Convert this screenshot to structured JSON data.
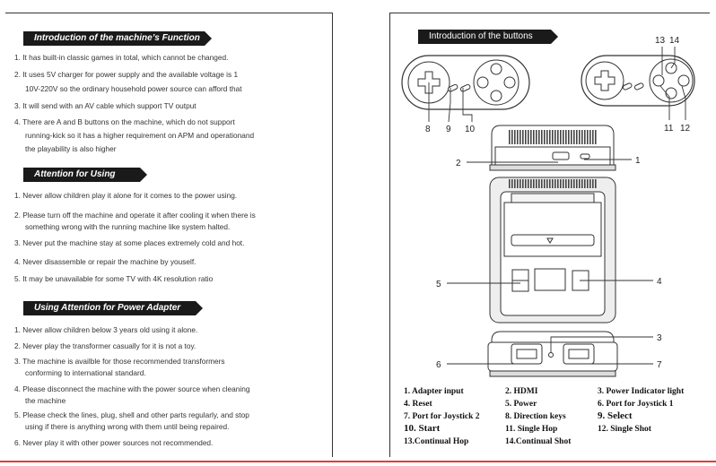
{
  "left": {
    "sections": [
      {
        "title": "Introduction of the machine’s Function",
        "lines": [
          "1. It has built-in classic games in total, which cannot be changed.",
          "2. It uses 5V charger for power supply and the available voltage is 1",
          "10V-220V so the ordinary household power source can afford that",
          "3. It will send with an AV cable which support TV output",
          "4. There are A and B buttons on the machine, which do not support",
          "running-kick so it has a higher requirement on APM and operationand",
          "the playability is also higher"
        ]
      },
      {
        "title": "Attention for Using",
        "lines": [
          "1. Never allow children play it alone for it comes to the power using.",
          "2. Please turn off the machine and operate it after cooling it when there is",
          "something wrong with the running machine like system halted.",
          "3. Never put the machine stay at some places extremely cold and hot.",
          "4. Never disassemble or repair the machine by youself.",
          "5. It may be unavailable for some TV with 4K resolution ratio"
        ]
      },
      {
        "title": "Using Attention for Power Adapter",
        "lines": [
          "1. Never allow children below 3 years old using it alone.",
          "2. Never play the transformer casually for it is not a toy.",
          "3. The machine is availble for those recommended transformers",
          "conforming to international standard.",
          "4. Please disconnect the machine with the power source when cleaning",
          "the machine",
          "5. Please check the lines, plug, shell and other parts regularly, and stop",
          "using if there is anything wrong with them until being repaired.",
          "6. Never play it with other power sources not recommended."
        ]
      }
    ]
  },
  "right": {
    "title": "Introduction of the buttons",
    "labels": [
      "13",
      "14",
      "8",
      "9",
      "10",
      "11",
      "12",
      "2",
      "1",
      "5",
      "4",
      "3",
      "6",
      "7"
    ],
    "legend": [
      "1. Adapter input",
      "2. HDMI",
      "3. Power Indicator light",
      "4. Reset",
      "5. Power",
      "6. Port for Joystick 1",
      "7. Port for Joystick 2",
      "8. Direction keys",
      "9. Select",
      "10. Start",
      "11. Single Hop",
      "12. Single Shot",
      "13.Continual Hop",
      "14.Continual Shot"
    ]
  }
}
